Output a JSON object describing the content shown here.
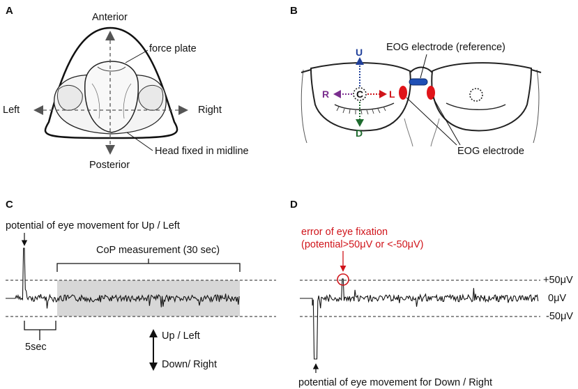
{
  "panels": {
    "a": {
      "letter": "A",
      "anterior": "Anterior",
      "posterior": "Posterior",
      "left": "Left",
      "right": "Right",
      "force_plate": "force plate",
      "head_fixed": "Head fixed in midline"
    },
    "b": {
      "letter": "B",
      "eog_reference": "EOG electrode (reference)",
      "eog_electrode": "EOG electrode",
      "up": "U",
      "down": "D",
      "left_dir": "R",
      "right_dir": "L",
      "center": "C",
      "colors": {
        "up": "#1f3f9a",
        "down": "#1e6b2e",
        "left_dir": "#7a2e8e",
        "right_dir": "#d0141a",
        "electrode": "#e0141a",
        "reference": "#1f4fb5"
      }
    },
    "c": {
      "letter": "C",
      "eye_movement_label": "potential of eye movement for Up / Left",
      "cop_label": "CoP measurement (30 sec)",
      "scale_label": "5sec",
      "up_left": "Up / Left",
      "down_right": "Down/ Right"
    },
    "d": {
      "letter": "D",
      "error_line1": "error of eye fixation",
      "error_line2": "(potential>50μV or <-50μV)",
      "plus50": "+50μV",
      "zero": "0μV",
      "minus50": "-50μV",
      "eye_movement_label": "potential of eye movement for Down / Right",
      "error_color": "#d0141a"
    }
  }
}
